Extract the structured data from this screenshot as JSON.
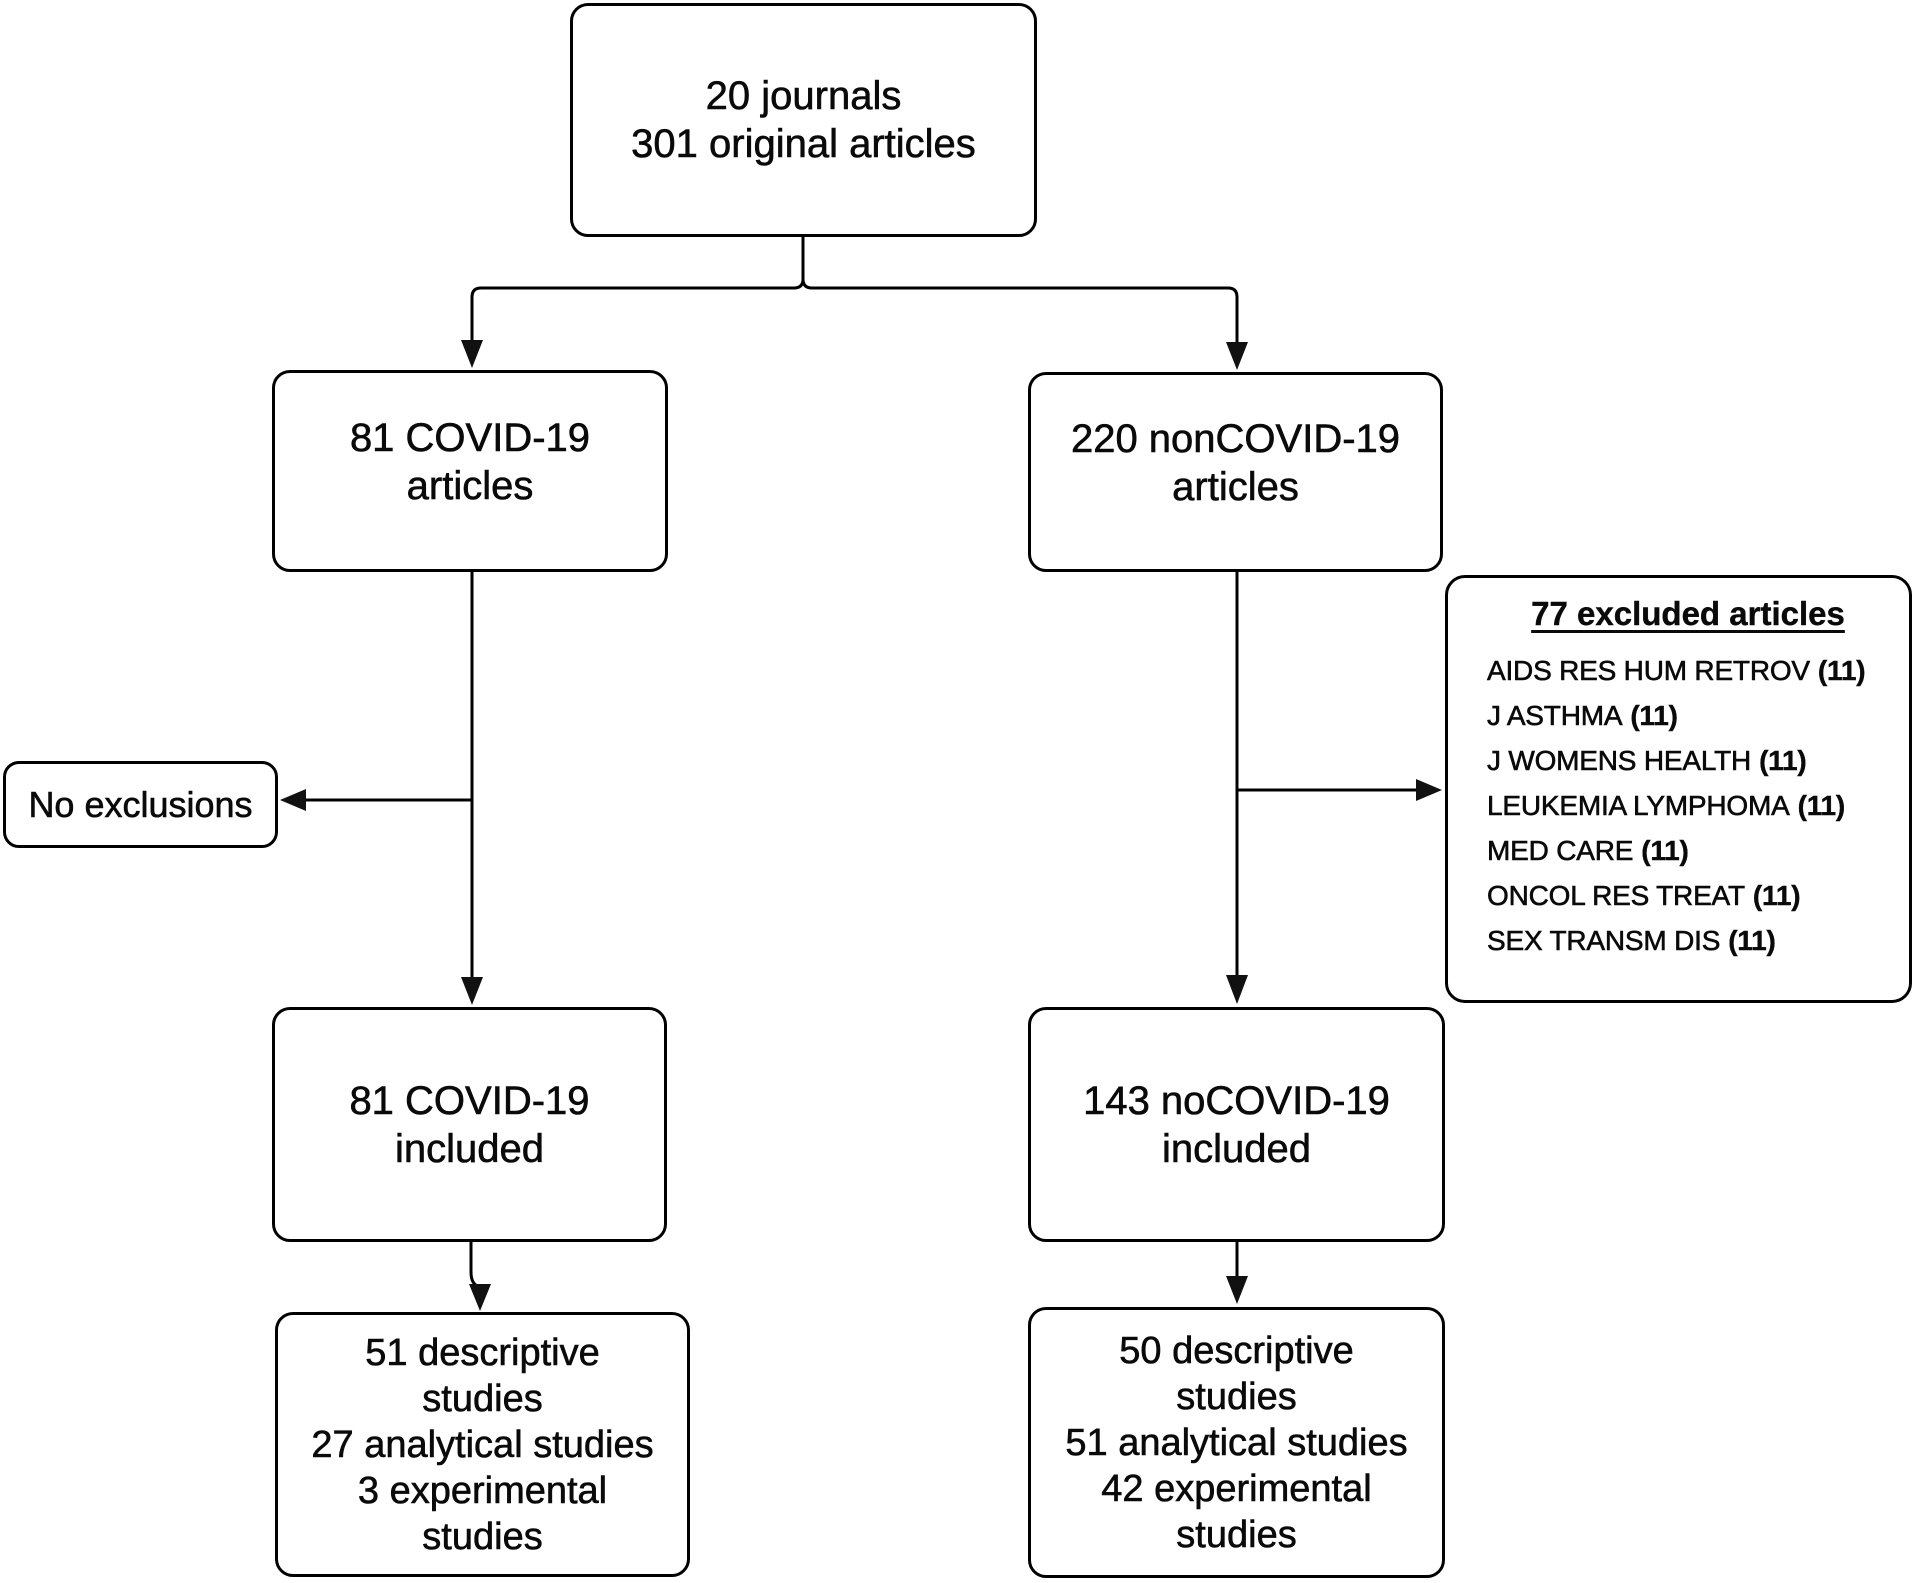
{
  "top_box": {
    "line1": "20 journals",
    "line2": "301 original articles"
  },
  "left_branch": {
    "articles_box": {
      "line1": "81 COVID-19",
      "line2": "articles"
    },
    "no_exclusions_box": {
      "label": "No exclusions"
    },
    "included_box": {
      "line1": "81 COVID-19",
      "line2": "included"
    },
    "studies_box": {
      "line1": "51 descriptive",
      "line2": "studies",
      "line3": "27 analytical studies",
      "line4": "3 experimental",
      "line5": "studies"
    }
  },
  "right_branch": {
    "articles_box": {
      "line1": "220 nonCOVID-19",
      "line2": "articles"
    },
    "excluded_box": {
      "title": "77 excluded articles",
      "items": [
        {
          "journal": "AIDS RES HUM RETROV",
          "count": "(11)"
        },
        {
          "journal": "J ASTHMA",
          "count": "(11)"
        },
        {
          "journal": "J WOMENS HEALTH",
          "count": "(11)"
        },
        {
          "journal": "LEUKEMIA LYMPHOMA",
          "count": "(11)"
        },
        {
          "journal": "MED CARE",
          "count": "(11)"
        },
        {
          "journal": "ONCOL RES TREAT",
          "count": "(11)"
        },
        {
          "journal": "SEX TRANSM DIS",
          "count": "(11)"
        }
      ]
    },
    "included_box": {
      "line1": "143 noCOVID-19",
      "line2": "included"
    },
    "studies_box": {
      "line1": "50 descriptive",
      "line2": "studies",
      "line3": "51 analytical studies",
      "line4": "42 experimental",
      "line5": "studies"
    }
  }
}
